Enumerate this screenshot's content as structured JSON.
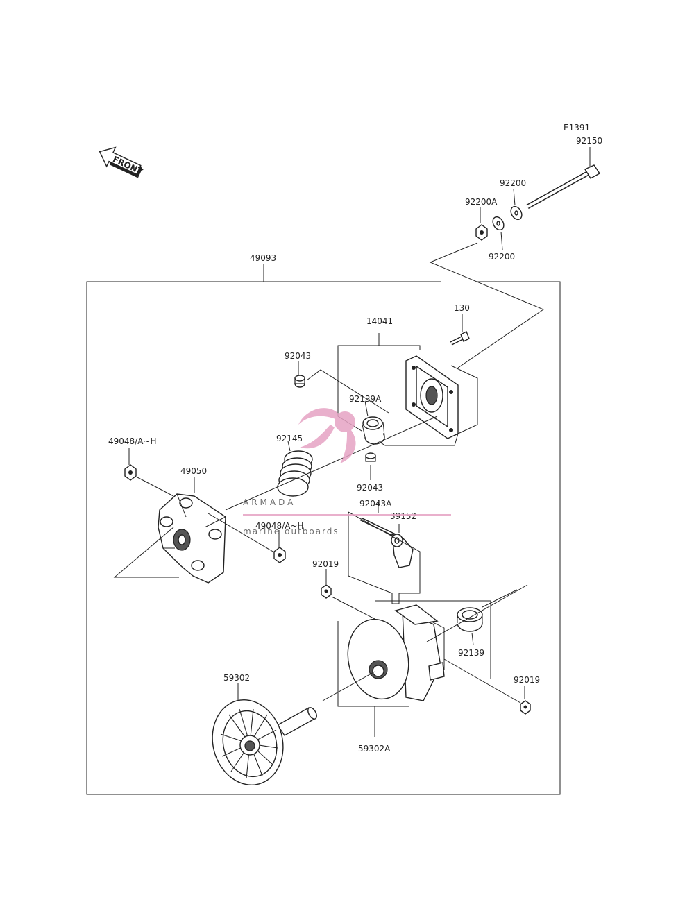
{
  "front_label": "FRONT",
  "watermark": {
    "brand": "ARMADA",
    "tagline": "marine outboards",
    "accent_color": "#e6a3c4",
    "text_color": "#555555"
  },
  "labels": {
    "e1391": "E1391",
    "p92150": "92150",
    "p92200_top": "92200",
    "p92200a": "92200A",
    "p92200_bottom": "92200",
    "p49093": "49093",
    "p130": "130",
    "p14041": "14041",
    "p92043_top": "92043",
    "p92139a": "92139A",
    "p92145": "92145",
    "p49048_top": "49048/A~H",
    "p49050": "49050",
    "p92043_mid": "92043",
    "p92043a": "92043A",
    "p39152": "39152",
    "p49048_mid": "49048/A~H",
    "p92019_top": "92019",
    "p92139": "92139",
    "p92019_right": "92019",
    "p59302": "59302",
    "p59302a": "59302A"
  }
}
